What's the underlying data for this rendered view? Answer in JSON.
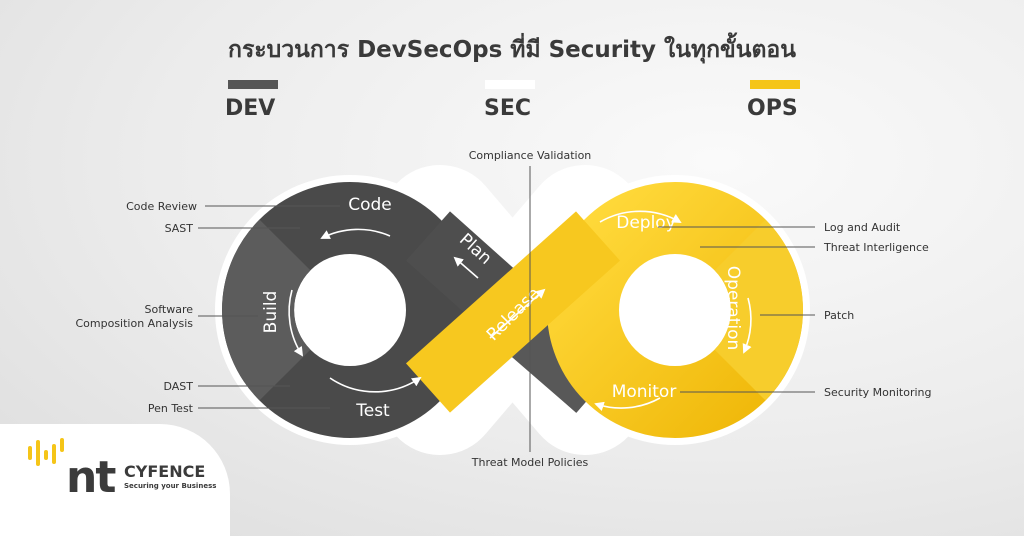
{
  "title": "กระบวนการ DevSecOps ที่มี Security ในทุกขั้นตอน",
  "columns": [
    {
      "label": "DEV",
      "color": "#565656"
    },
    {
      "label": "SEC",
      "color": "#ffffff"
    },
    {
      "label": "OPS",
      "color": "#f5c518"
    }
  ],
  "colors": {
    "dev_dark": "#4a4a4a",
    "dev_mid": "#5e5e5e",
    "ops_yellow": "#f5c518",
    "ops_light": "#f9d84a",
    "outline": "#ffffff"
  },
  "stages": {
    "code": "Code",
    "build": "Build",
    "test": "Test",
    "plan": "Plan",
    "release": "Release",
    "deploy": "Deploy",
    "operation": "Operation",
    "monitor": "Monitor"
  },
  "annotations": {
    "code_review": "Code Review",
    "sast": "SAST",
    "sca_line1": "Software",
    "sca_line2": "Composition Analysis",
    "dast": "DAST",
    "pen_test": "Pen Test",
    "compliance": "Compliance Validation",
    "threat_model": "Threat Model Policies",
    "log_audit": "Log and Audit",
    "threat_intel": "Threat Interligence",
    "patch": "Patch",
    "security_monitoring": "Security Monitoring"
  },
  "logo": {
    "mark": "nt",
    "name": "CYFENCE",
    "tagline": "Securing your Business",
    "bar_color": "#f5c518"
  }
}
